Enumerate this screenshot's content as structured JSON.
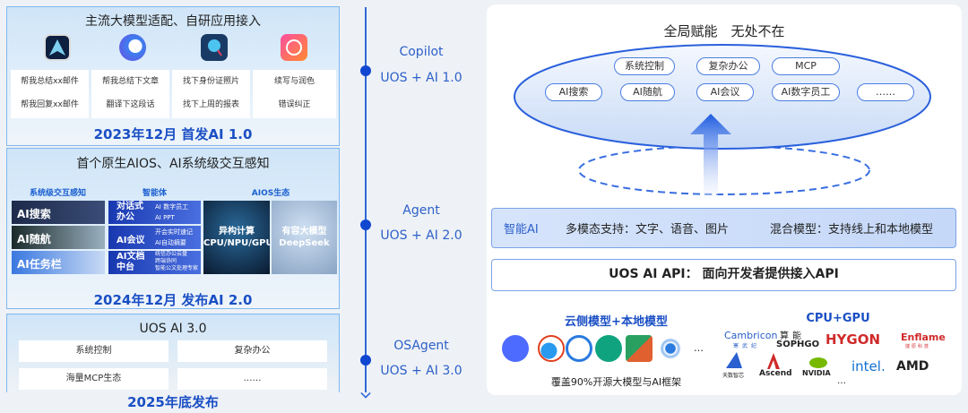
{
  "panel1": {
    "title": "主流大模型适配、自研应用接入",
    "cells": [
      [
        "帮我总结xx邮件",
        "帮我回复xx邮件"
      ],
      [
        "帮我总结下文章",
        "翻译下这段话"
      ],
      [
        "找下身份证照片",
        "找下上周的报表"
      ],
      [
        "续写与润色",
        "错误纠正"
      ]
    ],
    "release": "2023年12月 首发AI 1.0"
  },
  "panel2": {
    "title": "首个原生AIOS、AI系统级交互感知",
    "sections": [
      "系统级交互感知",
      "智能体",
      "AIOS生态"
    ],
    "interaction": [
      "AI搜索",
      "AI随航",
      "AI任务栏"
    ],
    "agents": [
      {
        "name": "对话式\n办公",
        "items": [
          "AI 数字员工",
          "AI PPT"
        ]
      },
      {
        "name": "AI会议",
        "items": [
          "开会实时速记",
          "AI自动摘要"
        ]
      },
      {
        "name": "AI文档\n中台",
        "items": [
          "统信办公云盘",
          "跨端协同",
          "智能公文处理专家"
        ]
      }
    ],
    "ecosystem": [
      {
        "line1": "异构计算",
        "line2": "CPU/NPU/GPU"
      },
      {
        "line1": "有容大模型",
        "line2": "DeepSeek"
      }
    ],
    "release": "2024年12月 发布AI 2.0"
  },
  "panel3": {
    "title": "UOS AI 3.0",
    "cells": [
      "系统控制",
      "复杂办公",
      "海量MCP生态",
      "……"
    ],
    "release": "2025年底发布"
  },
  "timeline": [
    {
      "name": "Copilot",
      "version": "UOS + AI 1.0"
    },
    {
      "name": "Agent",
      "version": "UOS + AI 2.0"
    },
    {
      "name": "OSAgent",
      "version": "UOS + AI 3.0"
    }
  ],
  "right": {
    "title": "全局赋能　无处不在",
    "pills_row1": [
      "系统控制",
      "复杂办公",
      "MCP"
    ],
    "pills_row2": [
      "AI搜索",
      "AI随航",
      "AI会议",
      "AI数字员工",
      "……"
    ],
    "band1": {
      "label": "智能AI",
      "multimodal": "多模态支持：文字、语音、图片",
      "hybrid": "混合模型：支持线上和本地模型"
    },
    "band2": "UOS AI API：  面向开发者提供接入API",
    "models_title": "云侧模型+本地模型",
    "models_more": "…",
    "models_caption": "覆盖90%开源大模型与AI框架",
    "hw_title": "CPU+GPU",
    "hw_logos": [
      "Cambricon",
      "寒武纪",
      "算能",
      "SOPHGO",
      "HYGON",
      "Enflame",
      "燧原科技",
      "天数智芯",
      "Ascend",
      "NVIDIA",
      "intel.",
      "AMD"
    ],
    "hw_more": "…"
  }
}
